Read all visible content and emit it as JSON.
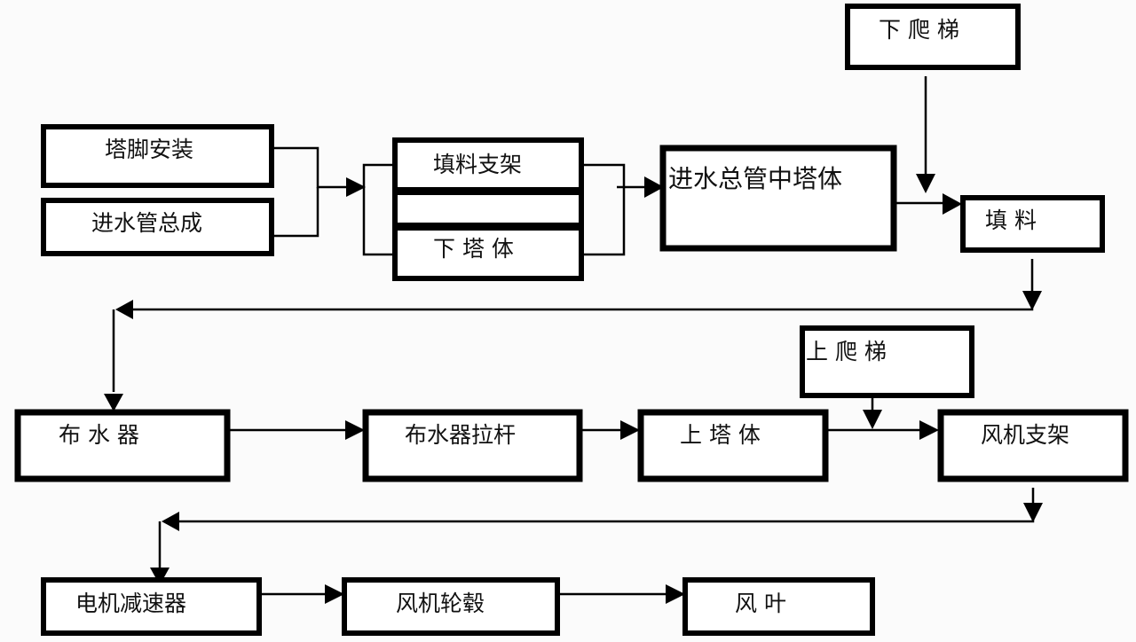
{
  "diagram": {
    "title": "",
    "nodes": {
      "tajiao": "塔脚安装",
      "jinshuiguan": "进水管总成",
      "tianliao_zhijia": "填料支架",
      "blank": "",
      "xia_tati": "下 塔 体",
      "jinshui_zhongta": "进水总管中塔体",
      "xia_pati": "下 爬 梯",
      "tianliao": "填 料",
      "bushuiqi": "布 水 器",
      "bushuiqi_lagan": "布水器拉杆",
      "shang_tati": "上 塔 体",
      "shang_pati": "上 爬 梯",
      "fengji_zhijia": "风机支架",
      "dianji_jiansuqi": "电机减速器",
      "fengji_lungu": "风机轮毂",
      "fengye": "风 叶"
    },
    "edges": [
      {
        "from": "tajiao",
        "to": "tianliao_zhijia"
      },
      {
        "from": "jinshuiguan",
        "to": "tianliao_zhijia"
      },
      {
        "from": "tianliao_zhijia",
        "to": "jinshui_zhongta"
      },
      {
        "from": "xia_tati",
        "to": "jinshui_zhongta"
      },
      {
        "from": "jinshui_zhongta",
        "to": "tianliao"
      },
      {
        "from": "xia_pati",
        "to": "tianliao"
      },
      {
        "from": "tianliao",
        "to": "bushuiqi"
      },
      {
        "from": "bushuiqi",
        "to": "bushuiqi_lagan"
      },
      {
        "from": "bushuiqi_lagan",
        "to": "shang_tati"
      },
      {
        "from": "shang_tati",
        "to": "fengji_zhijia"
      },
      {
        "from": "shang_pati",
        "to": "fengji_zhijia"
      },
      {
        "from": "fengji_zhijia",
        "to": "dianji_jiansuqi"
      },
      {
        "from": "dianji_jiansuqi",
        "to": "fengji_lungu"
      },
      {
        "from": "fengji_lungu",
        "to": "fengye"
      }
    ]
  }
}
